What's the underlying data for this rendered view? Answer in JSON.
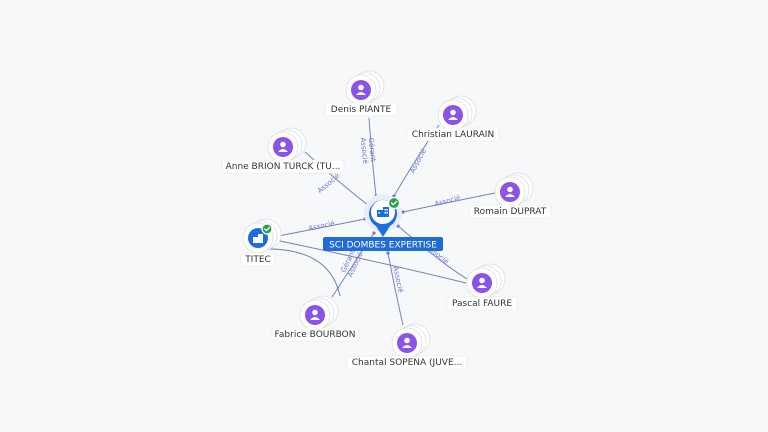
{
  "diagram": {
    "center": {
      "label": "SCI DOMBES EXPERTISE",
      "icon": "building-icon",
      "verified": true
    },
    "nodes": [
      {
        "id": "denis",
        "label": "Denis PIANTE",
        "kind": "person",
        "icon": "person-icon"
      },
      {
        "id": "christian",
        "label": "Christian LAURAIN",
        "kind": "person",
        "icon": "person-icon"
      },
      {
        "id": "anne",
        "label": "Anne BRION TURCK (TU...",
        "kind": "person",
        "icon": "person-icon"
      },
      {
        "id": "romain",
        "label": "Romain DUPRAT",
        "kind": "person",
        "icon": "person-icon"
      },
      {
        "id": "titec",
        "label": "TITEC",
        "kind": "company",
        "icon": "building-icon",
        "verified": true
      },
      {
        "id": "pascal",
        "label": "Pascal FAURE",
        "kind": "person",
        "icon": "person-icon"
      },
      {
        "id": "fabrice",
        "label": "Fabrice BOURBON",
        "kind": "person",
        "icon": "person-icon"
      },
      {
        "id": "chantal",
        "label": "Chantal SOPENA (JUVE...",
        "kind": "person",
        "icon": "person-icon"
      }
    ],
    "edges": [
      {
        "from": "denis",
        "labels": [
          "Gérant",
          "Associé"
        ]
      },
      {
        "from": "christian",
        "labels": [
          "Associé"
        ]
      },
      {
        "from": "anne",
        "labels": [
          "Associé"
        ]
      },
      {
        "from": "romain",
        "labels": [
          "Associé"
        ]
      },
      {
        "from": "titec",
        "labels": [
          "Associé"
        ]
      },
      {
        "from": "pascal",
        "labels": [
          "Associé"
        ]
      },
      {
        "from": "fabrice",
        "labels": [
          "Gérant",
          "Associé"
        ]
      },
      {
        "from": "chantal",
        "labels": [
          "Associé"
        ]
      },
      {
        "from": "titec",
        "to": "pascal",
        "labels": []
      },
      {
        "from": "titec",
        "to": "fabrice",
        "labels": [
          "Gérant"
        ]
      }
    ],
    "colors": {
      "person": "#8a54e8",
      "company": "#1a6fe0",
      "verified": "#2e9d4d",
      "edge": "#5d6ea8",
      "edge_label": "#6c7ad0"
    }
  }
}
